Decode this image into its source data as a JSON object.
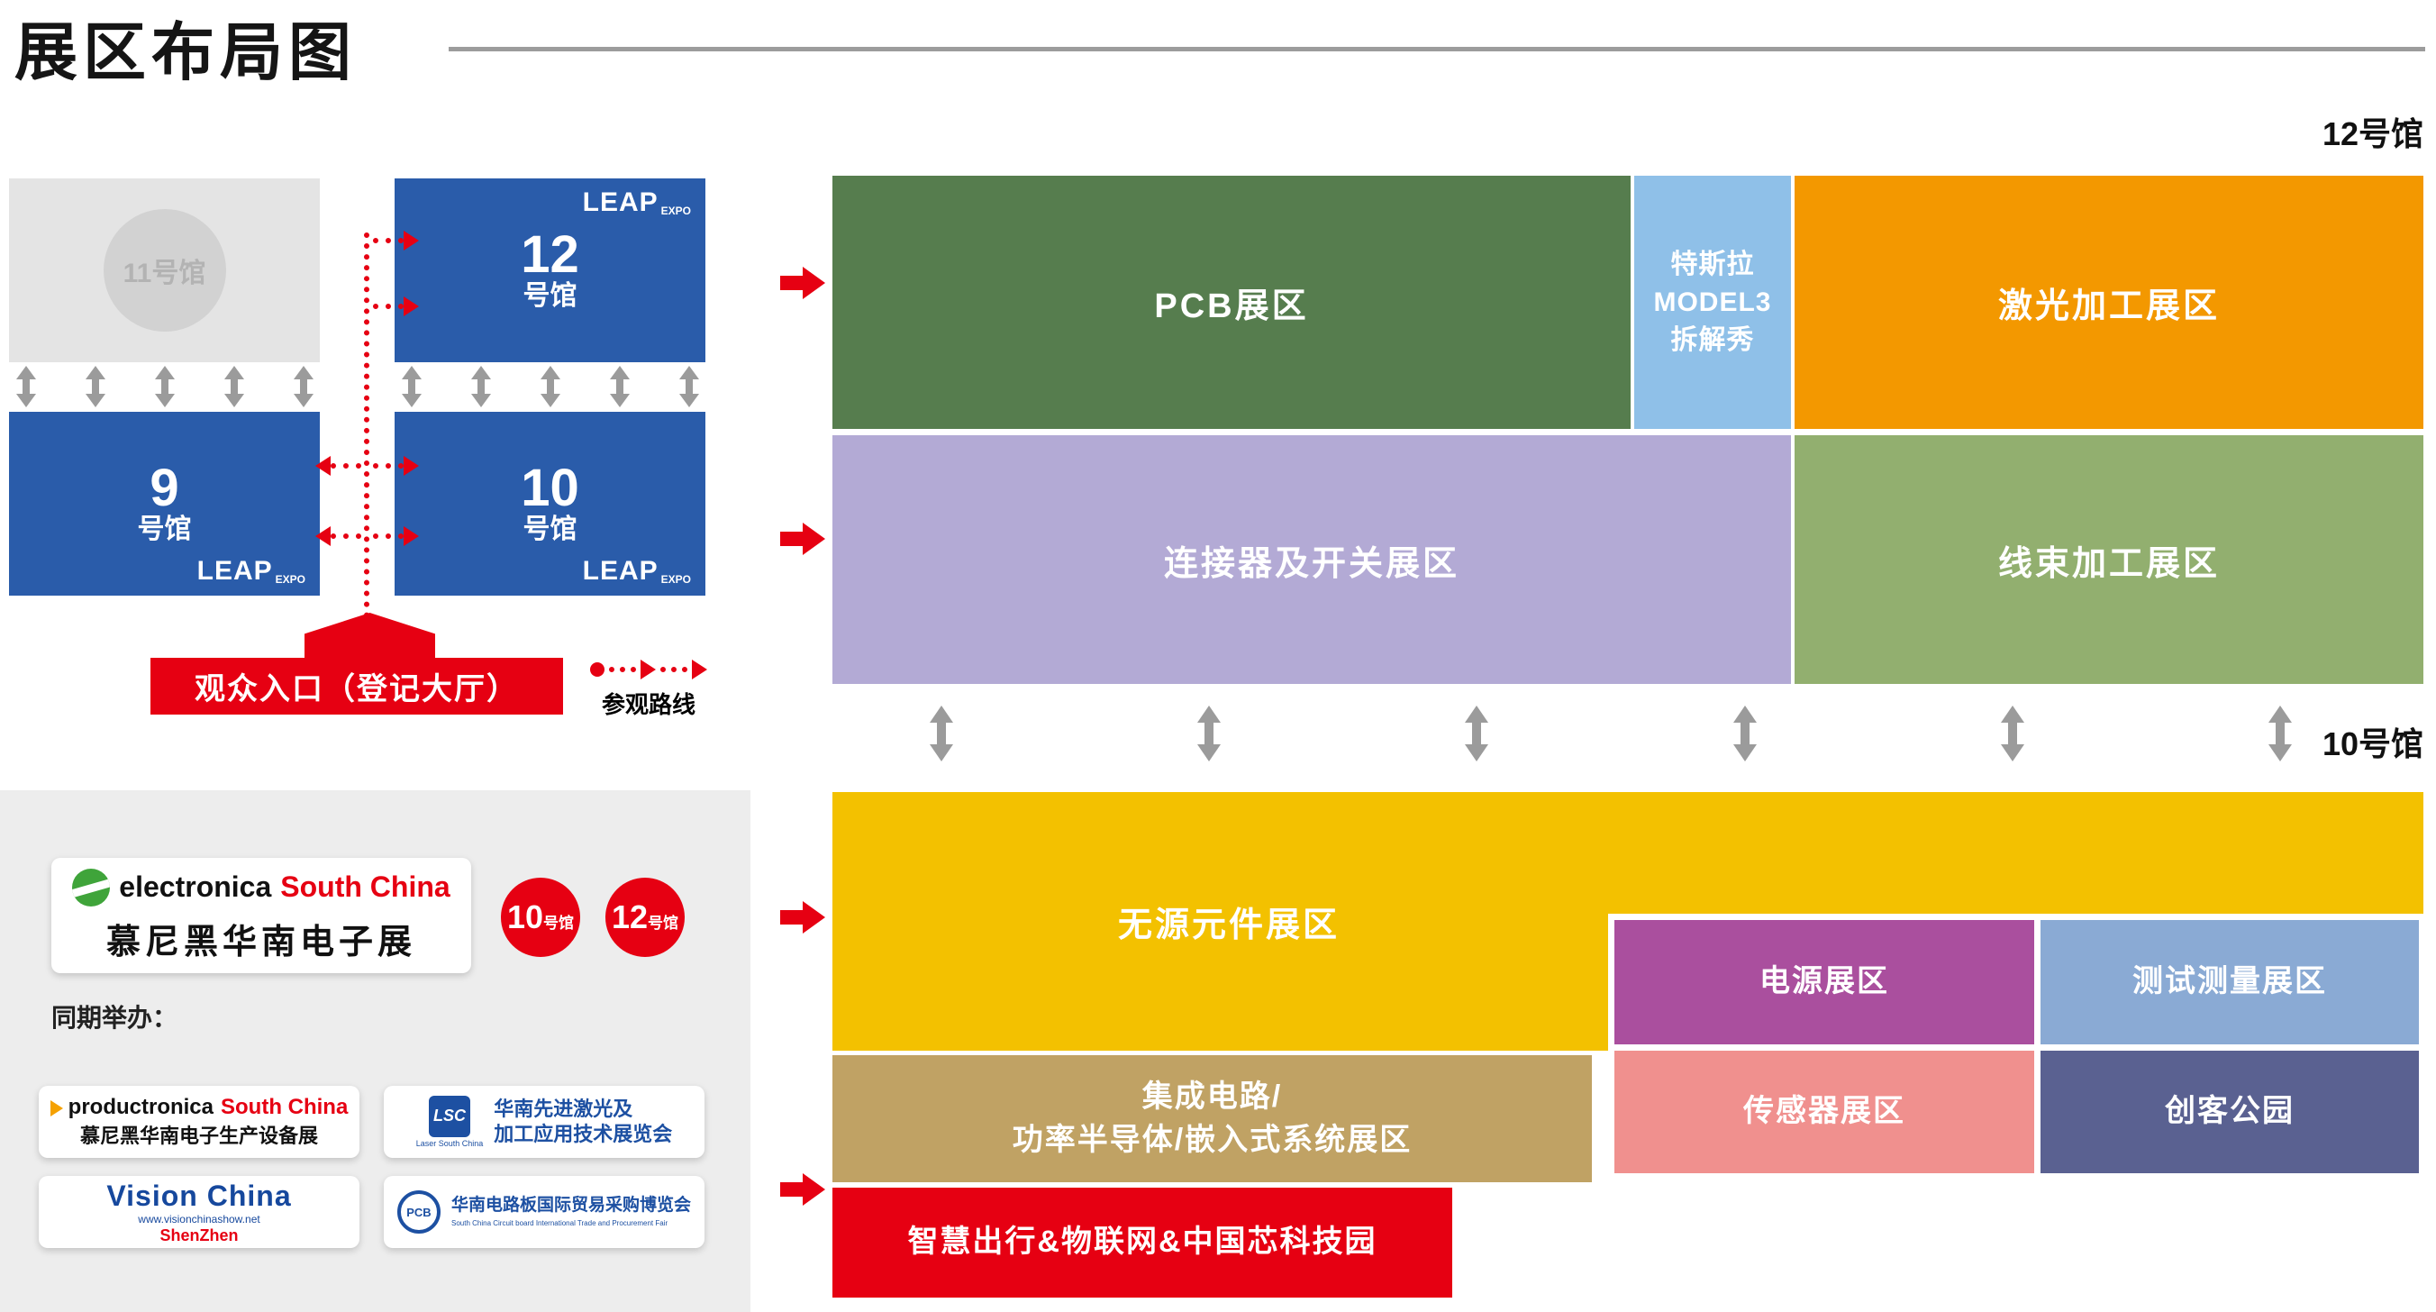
{
  "header": {
    "title": "展区布局图",
    "hall12_corner": "12号馆",
    "hall10_corner": "10号馆"
  },
  "minimap": {
    "hall11": {
      "label": "11号馆"
    },
    "hall12": {
      "num": "12",
      "suffix": "号馆"
    },
    "hall9": {
      "num": "9",
      "suffix": "号馆"
    },
    "hall10": {
      "num": "10",
      "suffix": "号馆"
    },
    "leap": {
      "main": "LEAP",
      "sub": "EXPO"
    },
    "entrance": "观众入口（登记大厅）",
    "route_legend": "参观路线"
  },
  "zones": {
    "pcb": "PCB展区",
    "tesla": {
      "l1": "特斯拉",
      "l2": "MODEL3",
      "l3": "拆解秀"
    },
    "laser": "激光加工展区",
    "connector": "连接器及开关展区",
    "harness": "线束加工展区",
    "passive": "无源元件展区",
    "power": "电源展区",
    "test": "测试测量展区",
    "ic": {
      "l1": "集成电路/",
      "l2": "功率半导体/嵌入式系统展区"
    },
    "sensor": "传感器展区",
    "maker": "创客公园",
    "smart": "智慧出行&物联网&中国芯科技园"
  },
  "footer": {
    "electronica": {
      "black": "electronica",
      "red": "South China",
      "cn": "慕尼黑华南电子展"
    },
    "badge10": {
      "num": "10",
      "suffix": "号馆"
    },
    "badge12": {
      "num": "12",
      "suffix": "号馆"
    },
    "concurrent": "同期举办：",
    "productronica": {
      "black": "productronica",
      "red": "South China",
      "cn": "慕尼黑华南电子生产设备展"
    },
    "laser_expo": {
      "abbr": "LSC",
      "caption": "Laser South China",
      "cn1": "华南先进激光及",
      "cn2": "加工应用技术展览会"
    },
    "vision": {
      "en": "Vision China",
      "url": "www.visionchinashow.net",
      "city": "ShenZhen"
    },
    "ipcb": {
      "abbr": "PCB",
      "cn": "华南电路板国际贸易采购博览会",
      "en": "South China Circuit board International Trade and Procurement Fair"
    }
  },
  "colors": {
    "hall_blue": "#2a5caa",
    "accent_red": "#e60012",
    "pcb_green": "#567d4e",
    "tesla_blue": "#8fc0e8",
    "laser_orange": "#f39800",
    "connector_purple": "#b3aad5",
    "harness_olive": "#92af6f",
    "passive_yellow": "#f3c100",
    "power_magenta": "#aa4f9e",
    "test_blue": "#8aaad4",
    "ic_tan": "#c0a264",
    "sensor_pink": "#f0908e",
    "maker_navy": "#5a6191",
    "arrow_gray": "#9b9b9b"
  }
}
